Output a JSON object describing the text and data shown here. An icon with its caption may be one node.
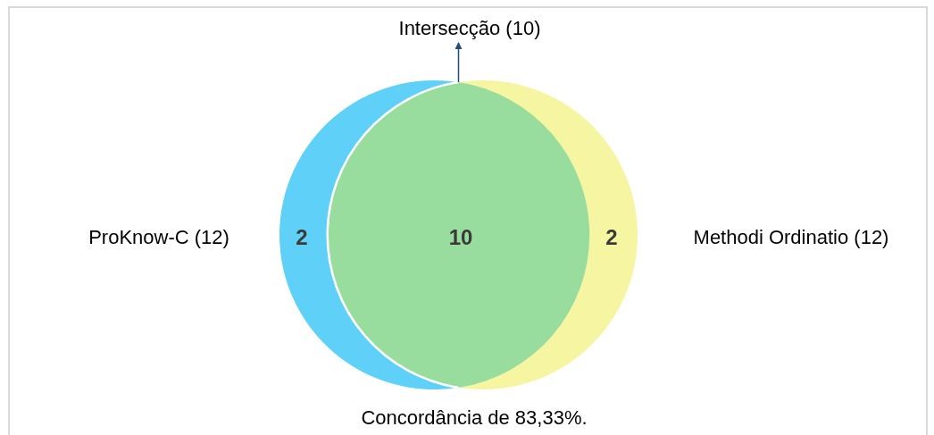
{
  "diagram": {
    "caption": "Concordância de 83,33%.",
    "nodes": [
      {
        "text": [
          "2"
        ],
        "beside": [
          "ProKnow-C (12)"
        ]
      },
      {
        "text": [
          "2"
        ],
        "beside": [
          "Methodi Ordinatio (12)"
        ]
      },
      {
        "text": [
          "10"
        ]
      },
      {
        "text": [
          "Intersecção (10)"
        ]
      }
    ],
    "edges": [
      {
        "from": 2,
        "to": 3,
        "arrow": "to"
      }
    ]
  }
}
